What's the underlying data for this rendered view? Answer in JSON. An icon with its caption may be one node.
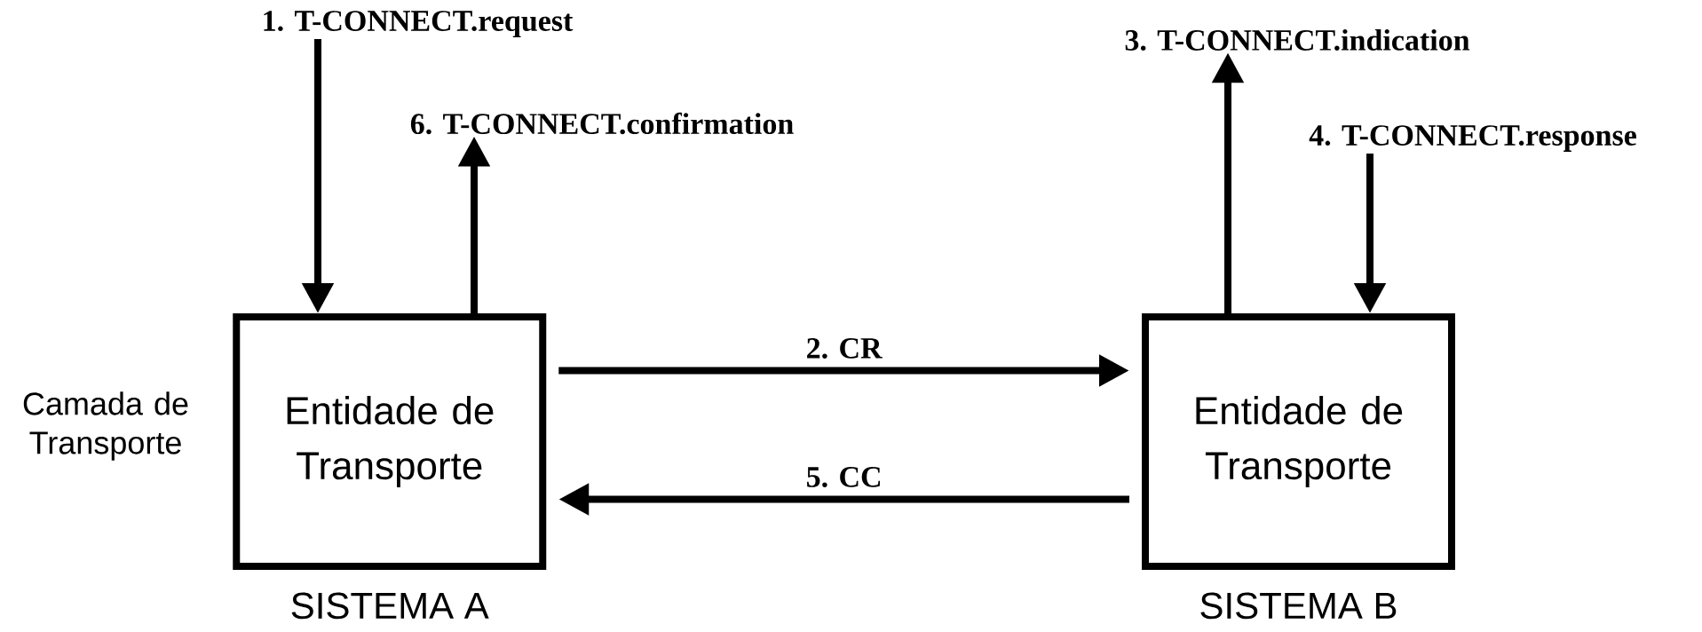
{
  "diagram": {
    "nodes": [
      {
        "text": [
          "1. T-CONNECT.request"
        ]
      },
      {
        "text": [
          "3. T-CONNECT.indication"
        ]
      },
      {
        "text": [
          "6. T-CONNECT.confirmation"
        ]
      },
      {
        "text": [
          "4. T-CONNECT.response"
        ]
      },
      {
        "text": [
          "Entidade de Transporte"
        ],
        "beside": [
          "SISTEMA A"
        ]
      },
      {
        "text": [
          "Entidade de Transporte"
        ],
        "beside": [
          "SISTEMA B"
        ]
      }
    ],
    "edges": [
      {
        "from": 0,
        "to": 4,
        "arrow": "to"
      },
      {
        "from": 4,
        "to": 2,
        "arrow": "to"
      },
      {
        "from": 4,
        "to": 5,
        "arrow": "to",
        "label": "2. CR"
      },
      {
        "from": 5,
        "to": 1,
        "arrow": "to"
      },
      {
        "from": 3,
        "to": 5,
        "arrow": "to"
      },
      {
        "from": 5,
        "to": 4,
        "arrow": "to",
        "label": "5. CC"
      }
    ],
    "labels": [
      "Camada de Transporte"
    ]
  }
}
